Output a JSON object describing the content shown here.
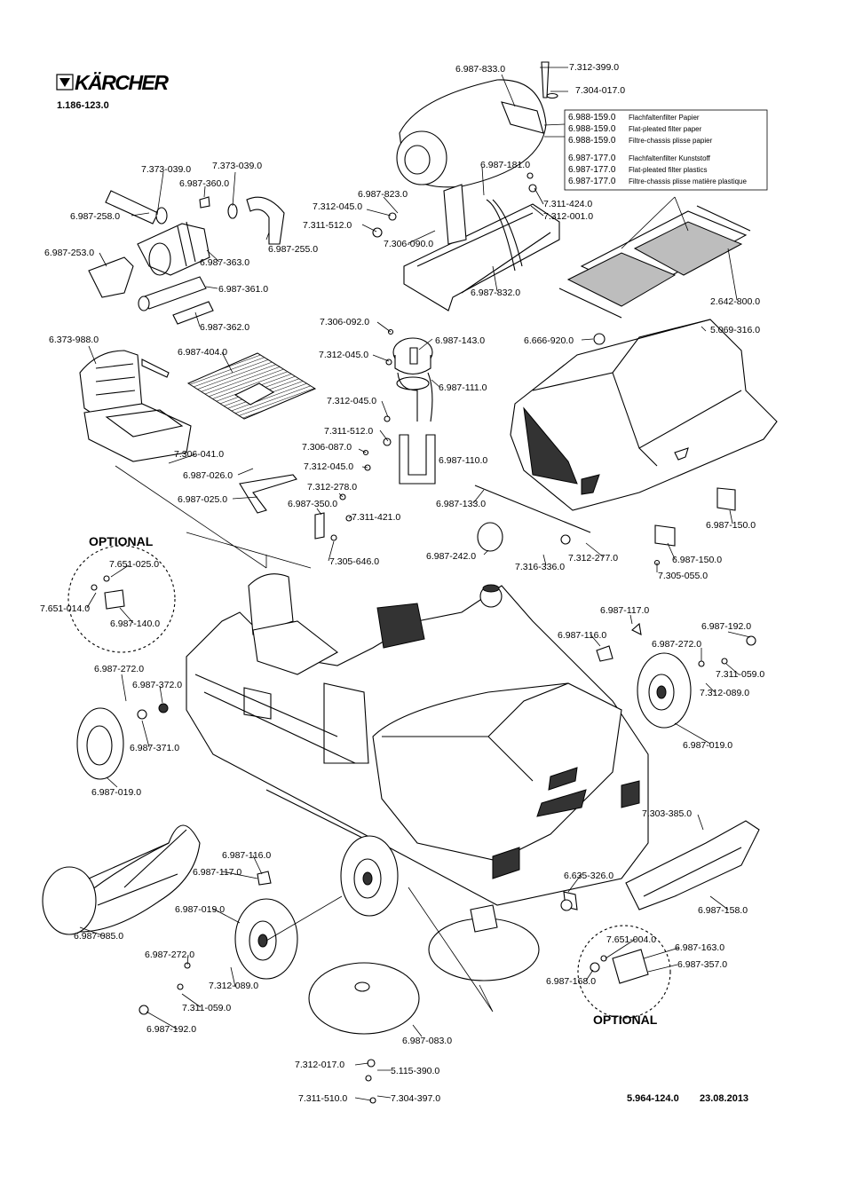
{
  "header": {
    "brand": "KÄRCHER",
    "model_number": "1.186-123.0"
  },
  "footer": {
    "doc_number": "5.964-124.0",
    "date": "23.08.2013"
  },
  "optional_labels": [
    "OPTIONAL",
    "OPTIONAL"
  ],
  "filter_box": {
    "rows": [
      {
        "part": "6.988-159.0",
        "desc": "Flachfaltenfilter Papier"
      },
      {
        "part": "6.988-159.0",
        "desc": "Flat-pleated filter paper"
      },
      {
        "part": "6.988-159.0",
        "desc": "Filtre-chassis plisse papier"
      },
      {
        "part": "6.987-177.0",
        "desc": "Flachfaltenfilter Kunststoff"
      },
      {
        "part": "6.987-177.0",
        "desc": "Flat-pleated filter plastics"
      },
      {
        "part": "6.987-177.0",
        "desc": "Filtre-chassis plisse matière plastique"
      }
    ]
  },
  "parts": [
    "6.987-833.0",
    "7.312-399.0",
    "7.304-017.0",
    "7.373-039.0",
    "7.373-039.0",
    "6.987-360.0",
    "6.987-258.0",
    "6.987-255.0",
    "6.987-253.0",
    "6.987-363.0",
    "6.987-361.0",
    "6.987-362.0",
    "6.987-823.0",
    "7.312-045.0",
    "7.311-512.0",
    "7.306-090.0",
    "6.987-181.0",
    "7.311-424.0",
    "7.312-001.0",
    "6.987-832.0",
    "2.642-800.0",
    "7.306-092.0",
    "6.987-143.0",
    "7.312-045.0",
    "6.987-111.0",
    "7.312-045.0",
    "7.311-512.0",
    "7.306-087.0",
    "7.312-045.0",
    "6.987-110.0",
    "6.373-988.0",
    "6.987-404.0",
    "7.306-041.0",
    "6.987-026.0",
    "6.987-025.0",
    "7.312-278.0",
    "6.987-350.0",
    "7.311-421.0",
    "7.305-646.0",
    "6.987-133.0",
    "6.666-920.0",
    "5.069-316.0",
    "6.987-150.0",
    "6.987-150.0",
    "7.305-055.0",
    "6.987-242.0",
    "7.316-336.0",
    "7.312-277.0",
    "7.651-025.0",
    "7.651-014.0",
    "6.987-140.0",
    "6.987-117.0",
    "6.987-116.0",
    "6.987-192.0",
    "6.987-272.0",
    "7.311-059.0",
    "7.312-089.0",
    "6.987-019.0",
    "6.987-272.0",
    "6.987-372.0",
    "6.987-371.0",
    "6.987-019.0",
    "7.303-385.0",
    "6.987-158.0",
    "6.635-326.0",
    "6.987-116.0",
    "6.987-117.0",
    "6.987-085.0",
    "6.987-019.0",
    "6.987-272.0",
    "7.312-089.0",
    "7.311-059.0",
    "6.987-192.0",
    "7.651-004.0",
    "6.987-163.0",
    "6.987-357.0",
    "6.987-168.0",
    "6.987-083.0",
    "7.312-017.0",
    "5.115-390.0",
    "7.311-510.0",
    "7.304-397.0"
  ]
}
